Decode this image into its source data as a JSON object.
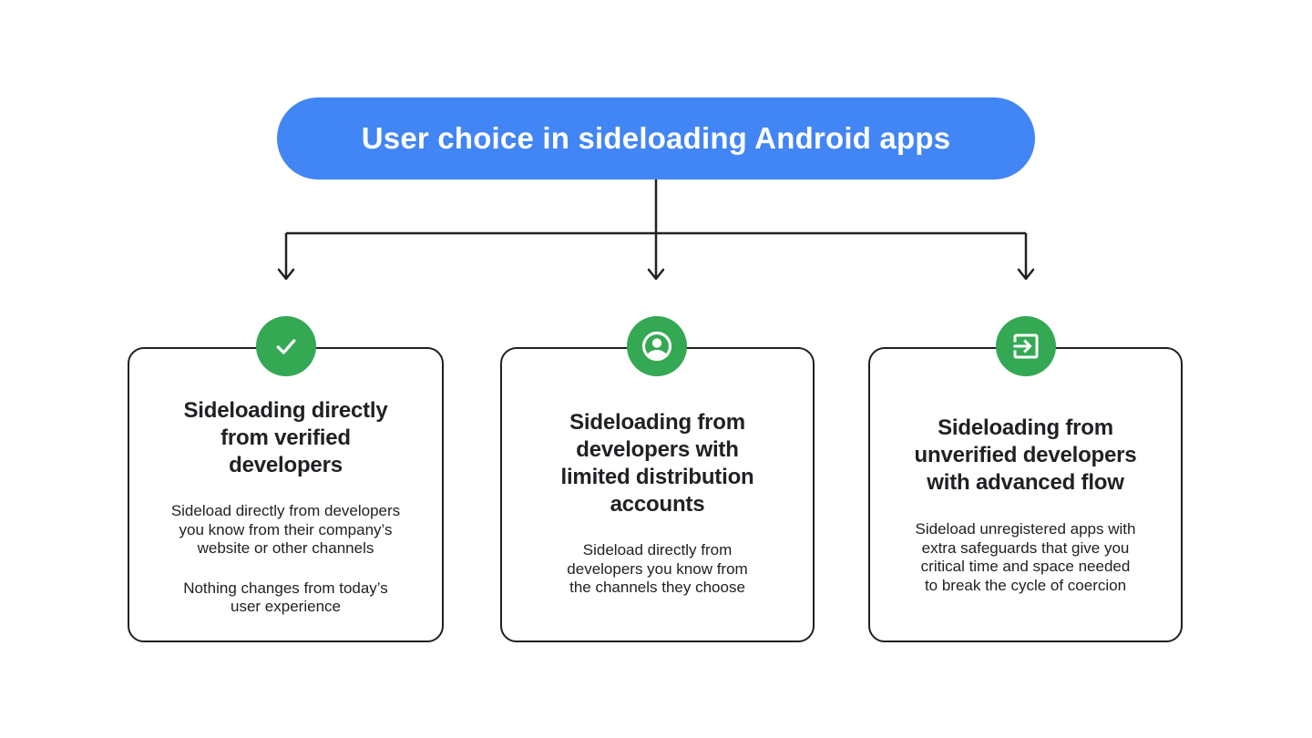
{
  "header": {
    "title": "User choice in sideloading Android apps"
  },
  "colors": {
    "blue": "#4285F4",
    "green": "#34A853",
    "text": "#202124",
    "line": "#212121",
    "card_border": "#1f2023",
    "background": "#ffffff"
  },
  "cards": [
    {
      "icon": "check-icon",
      "title_lines": [
        "Sideloading directly",
        "from verified",
        "developers"
      ],
      "paragraphs": [
        {
          "lines": [
            "Sideload directly from developers",
            "you know from their company’s",
            "website or other channels"
          ]
        },
        {
          "lines": [
            "Nothing changes from today’s",
            "user experience"
          ]
        }
      ]
    },
    {
      "icon": "account-circle-icon",
      "title_lines": [
        "Sideloading from",
        "developers with",
        "limited distribution",
        "accounts"
      ],
      "paragraphs": [
        {
          "lines": [
            "Sideload directly from",
            "developers you know from",
            "the channels they choose"
          ]
        }
      ]
    },
    {
      "icon": "exit-to-app-icon",
      "title_lines": [
        "Sideloading from",
        "unverified developers",
        "with advanced flow"
      ],
      "paragraphs": [
        {
          "lines": [
            "Sideload unregistered apps with",
            "extra safeguards that give you",
            "critical time and space needed",
            "to break the cycle of coercion"
          ]
        }
      ]
    }
  ]
}
